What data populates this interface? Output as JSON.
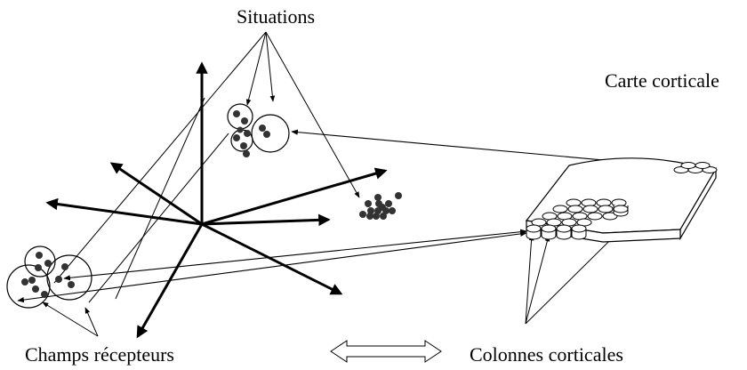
{
  "labels": {
    "situations": "Situations",
    "carte_corticale": "Carte corticale",
    "champs_recepteurs": "Champs récepteurs",
    "colonnes_corticales": "Colonnes corticales"
  },
  "icons": {
    "equivalence": "double-arrow-icon"
  }
}
